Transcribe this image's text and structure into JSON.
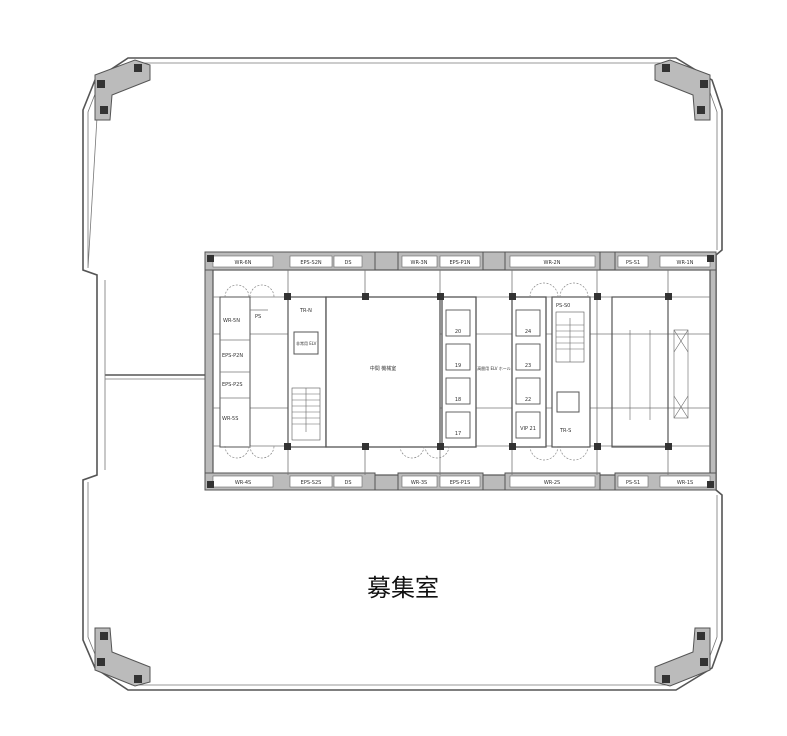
{
  "floor_label": "募集室",
  "core_top_rooms": [
    "WR-6N",
    "EPS-S2N",
    "DS",
    "WR-3N",
    "EPS-P1N",
    "WR-2N",
    "PS-S1",
    "WR-1N"
  ],
  "core_bottom_rooms": [
    "WR-4S",
    "EPS-S2S",
    "DS",
    "WR-3S",
    "EPS-P1S",
    "WR-2S",
    "PS-S1",
    "WR-1S"
  ],
  "core_left_rooms": [
    "WR-5N",
    "PS",
    "EPS-P2N",
    "EPS-P2S",
    "WR-5S"
  ],
  "rooms": {
    "tr_n": "TR-N",
    "tr_s": "TR-S",
    "ps_s0": "PS-S0",
    "machine_room": "中間 機械室",
    "elv_hall": "高層用 ELV ホール",
    "freight_elv": "非常用 ELV"
  },
  "elevators_left": [
    "20",
    "19",
    "18",
    "17"
  ],
  "elevators_right": [
    "24",
    "23",
    "22",
    "VIP 21"
  ],
  "colors": {
    "wall": "#555555",
    "wall_fill": "#bbbbbb",
    "text": "#111111"
  }
}
